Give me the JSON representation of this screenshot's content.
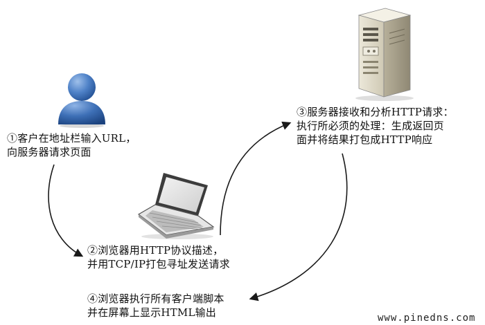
{
  "steps": [
    {
      "id": "step1",
      "lines": [
        "①客户在地址栏输入URL，",
        "向服务器请求页面"
      ]
    },
    {
      "id": "step2",
      "lines": [
        "②浏览器用HTTP协议描述，",
        "并用TCP/IP打包寻址发送请求"
      ]
    },
    {
      "id": "step3",
      "lines": [
        "③服务器接收和分析HTTP请求：",
        "执行所必须的处理：生成返回页",
        "面并将结果打包成HTTP响应"
      ]
    },
    {
      "id": "step4",
      "lines": [
        "④浏览器执行所有客户端脚本",
        "并在屏幕上显示HTML输出"
      ]
    }
  ],
  "icons": {
    "user": "user-icon",
    "laptop": "laptop-icon",
    "server": "server-icon"
  },
  "colors": {
    "user_blue": "#3d6fb6",
    "arrow": "#1a1a1a",
    "server_body": "#d9d4c2"
  },
  "watermark": "www.pinedns.com"
}
